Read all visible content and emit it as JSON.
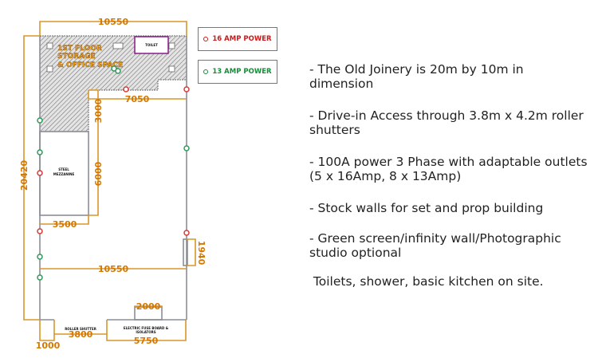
{
  "plan": {
    "area_label": [
      "1ST FLOOR",
      "STORAGE",
      "& OFFICE SPACE"
    ],
    "toilet_label": "TOILET",
    "mezzanine_label": [
      "STEEL",
      "MEZZANINE"
    ],
    "roller_shutter_label": "ROLLER SHUTTER",
    "fuse_board_label": [
      "ELECTRIC FUSE BOARD &",
      "ISOLATORS"
    ],
    "dimensions": {
      "top_width": "10550",
      "total_length": "20420",
      "upper_step": "7050",
      "upper_depth": "3000",
      "mezzanine_depth": "6000",
      "mezzanine_width": "3500",
      "side_door": "1940",
      "mid_width": "10550",
      "fuse_recess": "2000",
      "corner": "1000",
      "shutter": "3800",
      "fuse_board": "5750"
    },
    "colors": {
      "dimension": "#d9962a",
      "red_outlet": "#d63a3a",
      "green_outlet": "#2e9a5a",
      "toilet": "#8a1a8a"
    }
  },
  "legend": {
    "amp16": {
      "label": "16 AMP POWER",
      "color": "#d01818"
    },
    "amp13": {
      "label": "13 AMP POWER",
      "color": "#1a8a3a"
    }
  },
  "notes": [
    "- The Old Joinery is 20m by 10m in dimension",
    "- Drive-in Access through 3.8m x 4.2m roller shutters",
    "- 100A power 3 Phase with adaptable outlets (5 x 16Amp, 8 x 13Amp)",
    "- Stock walls for set and prop building",
    "- Green screen/infinity wall/Photographic studio optional",
    " Toilets, shower, basic kitchen on site."
  ]
}
